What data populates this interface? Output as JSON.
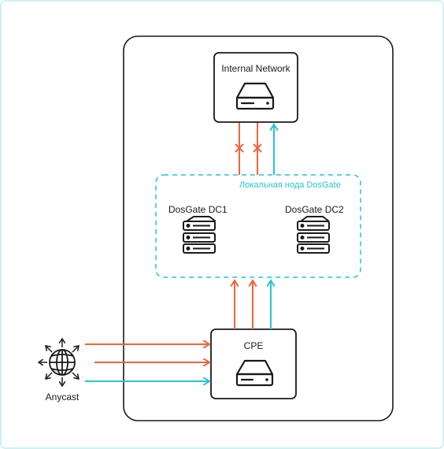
{
  "nodes": {
    "internal_network": "Internal Network",
    "local_node": "Локальная нода DosGate",
    "dc1": "DosGate DC1",
    "dc2": "DosGate DC2",
    "cpe": "CPE",
    "anycast": "Anycast"
  },
  "colors": {
    "attack": "#f0643a",
    "clean": "#27c3cf",
    "outline": "#1a1a1a"
  }
}
